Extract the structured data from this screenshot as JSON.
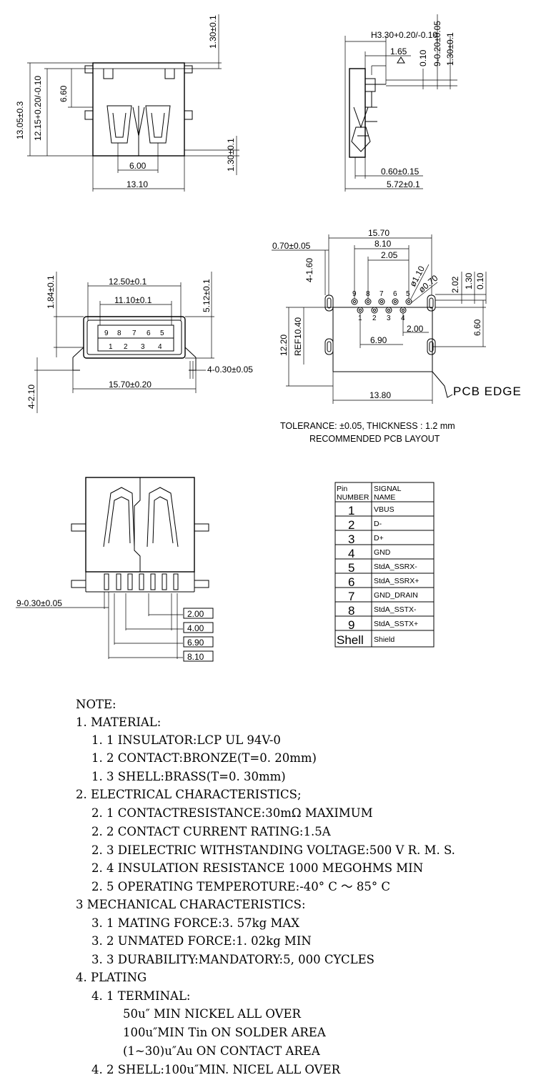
{
  "top_view": {
    "dims": {
      "d_130_top": "1.30±0.1",
      "d_1305": "13.05±0.3",
      "d_1215": "12.15+0.20/-0.10",
      "d_660": "6.60",
      "d_600": "6.00",
      "d_1310": "13.10",
      "d_130_bottom": "1.30±0.1"
    }
  },
  "side_view": {
    "dims": {
      "d_h330": "H3.30+0.20/-0.10",
      "d_165": "1.65",
      "d_010": "0.10",
      "d_9_020": "9-0.20±0.05",
      "d_130": "1.30±0.1",
      "d_060": "0.60±0.15",
      "d_572": "5.72±0.1"
    }
  },
  "front_view": {
    "dims": {
      "d_184": "1.84±0.1",
      "d_1250": "12.50±0.1",
      "d_1110": "11.10±0.1",
      "d_512": "5.12±0.1",
      "d_4_030": "4-0.30±0.05",
      "d_1570": "15.70±0.20",
      "d_4_210": "4-2.10"
    },
    "pins_top": [
      "9",
      "8",
      "7",
      "6",
      "5"
    ],
    "pins_bottom": [
      "1",
      "2",
      "3",
      "4"
    ]
  },
  "pcb_layout": {
    "dims": {
      "d_1570": "15.70",
      "d_810": "8.10",
      "d_070": "0.70±0.05",
      "d_4_160": "4-1.60",
      "d_205": "2.05",
      "d_110": "ø1.10",
      "d_070b": "ø0.70",
      "d_202": "2.02",
      "d_130": "1.30",
      "d_010": "0.10",
      "d_1220": "12.20",
      "d_ref1040": "REF10.40",
      "d_200": "2.00",
      "d_660": "6.60",
      "d_690": "6.90",
      "d_1380": "13.80"
    },
    "pins_top": [
      "9",
      "8",
      "7",
      "6",
      "5"
    ],
    "pins_bottom": [
      "1",
      "2",
      "3",
      "4"
    ],
    "pcb_edge_label": "PCB EDGE",
    "tolerance_line": "TOLERANCE:  ±0.05, THICKNESS :  1.2 mm",
    "recommended_line": "RECOMMENDED PCB LAYOUT"
  },
  "bottom_view": {
    "dims": {
      "d_9_030": "9-0.30±0.05",
      "d_200": "2.00",
      "d_400": "4.00",
      "d_690": "6.90",
      "d_810": "8.10"
    }
  },
  "pin_table": {
    "header_pin": [
      "Pin",
      "NUMBER"
    ],
    "header_signal": [
      "SIGNAL",
      "NAME"
    ],
    "rows": [
      {
        "pin": "1",
        "signal": "VBUS"
      },
      {
        "pin": "2",
        "signal": "D-"
      },
      {
        "pin": "3",
        "signal": "D+"
      },
      {
        "pin": "4",
        "signal": "GND"
      },
      {
        "pin": "5",
        "signal": "StdA_SSRX-"
      },
      {
        "pin": "6",
        "signal": "StdA_SSRX+"
      },
      {
        "pin": "7",
        "signal": "GND_DRAIN"
      },
      {
        "pin": "8",
        "signal": "StdA_SSTX-"
      },
      {
        "pin": "9",
        "signal": "StdA_SSTX+"
      },
      {
        "pin": "Shell",
        "signal": "Shield"
      }
    ]
  },
  "notes": [
    "NOTE:",
    "1. MATERIAL:",
    "1. 1  INSULATOR:LCP UL 94V-0",
    "1. 2  CONTACT:BRONZE(T=0. 20mm)",
    "1. 3  SHELL:BRASS(T=0. 30mm)",
    "2. ELECTRICAL CHARACTERISTICS;",
    "2. 1  CONTACTRESISTANCE:30mΩ MAXIMUM",
    "2. 2  CONTACT CURRENT RATING:1.5A",
    "2. 3  DIELECTRIC WITHSTANDING VOLTAGE:500 V R. M. S.",
    "2. 4  INSULATION RESISTANCE 1000 MEGOHMS MIN",
    "2. 5  OPERATING TEMPEROTURE:-40° C ～ 85° C",
    "3 MECHANICAL CHARACTERISTICS:",
    "3. 1  MATING FORCE:3. 57kg MAX",
    "3. 2  UNMATED FORCE:1. 02kg MIN",
    "3. 3  DURABILITY:MANDATORY:5, 000 CYCLES",
    "4. PLATING",
    "4. 1  TERMINAL:",
    "50u″ MIN NICKEL ALL OVER",
    "100u″MIN Tin ON SOLDER AREA",
    "(1~30)u″Au ON CONTACT AREA",
    "4. 2  SHELL:100u″MIN. NICEL ALL OVER"
  ]
}
